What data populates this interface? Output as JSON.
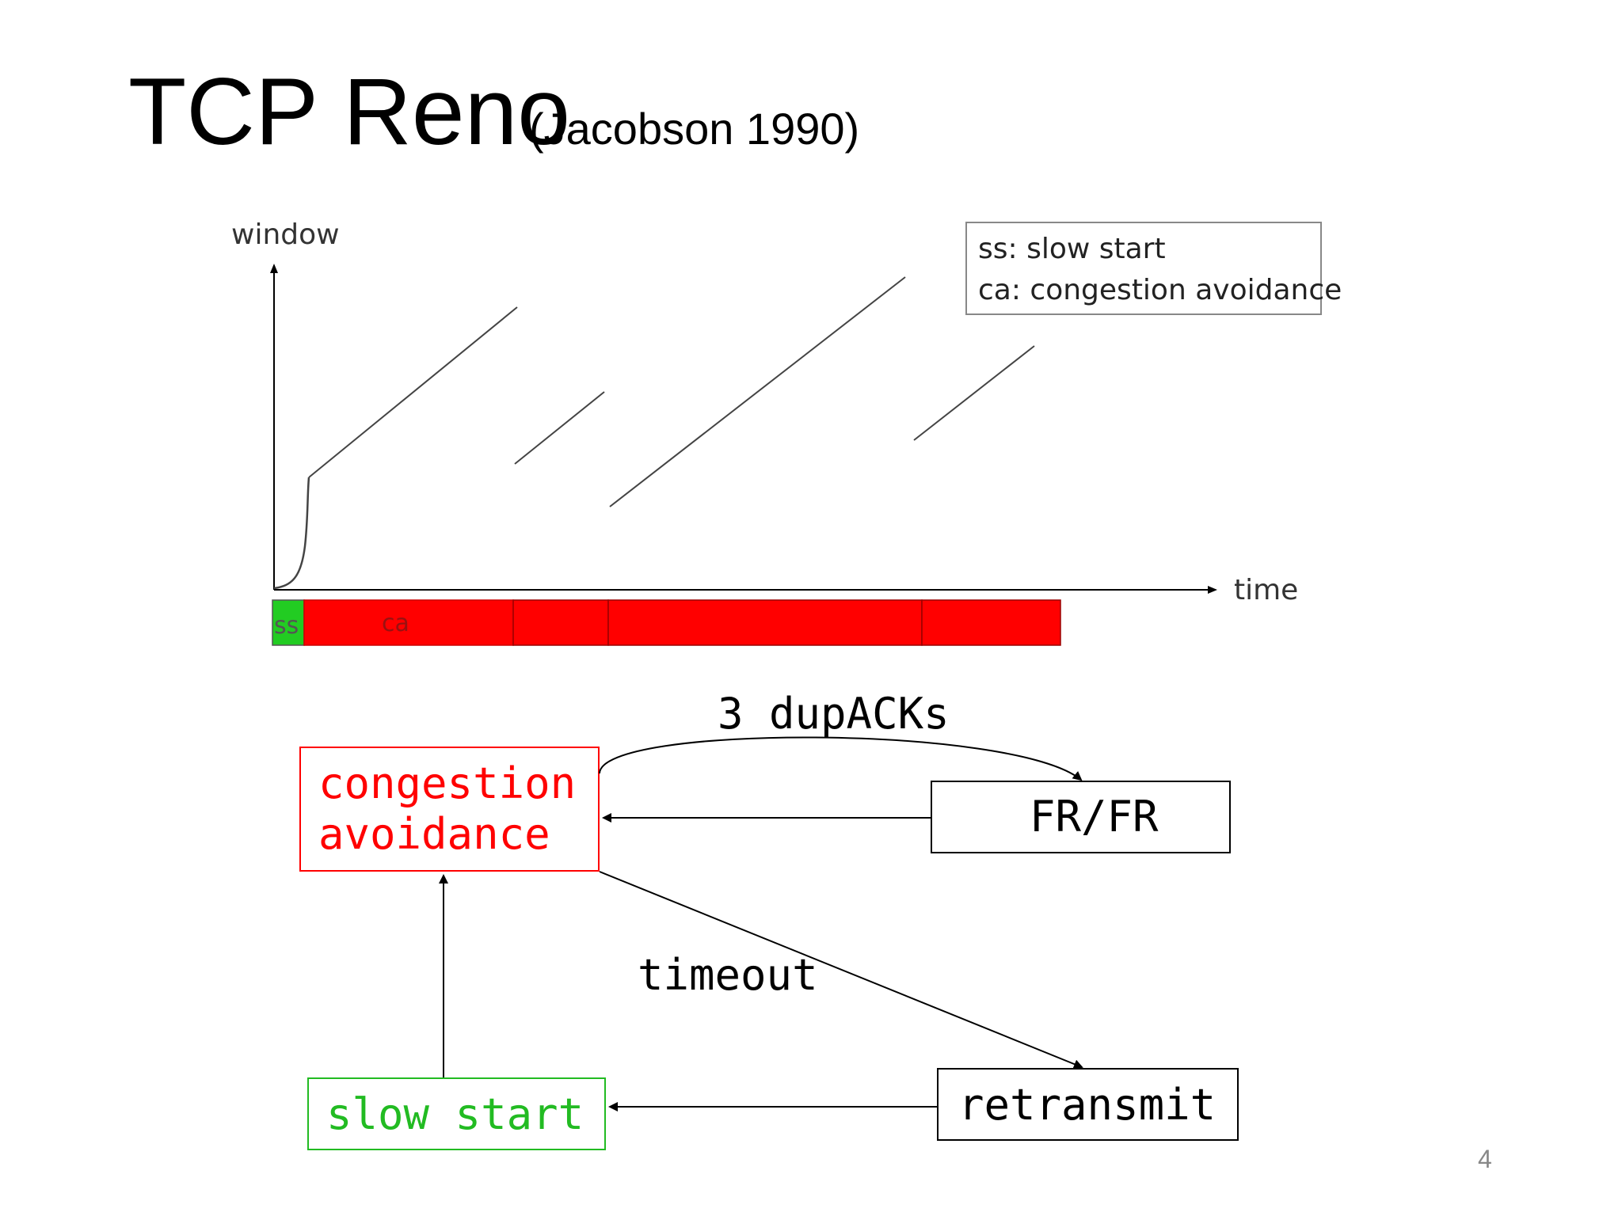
{
  "slide": {
    "title": "TCP Reno",
    "subtitle": "(Jacobson 1990)",
    "page_number": "4"
  },
  "plot": {
    "ylabel": "window",
    "xlabel": "time",
    "legend": [
      "ss: slow start",
      "ca: congestion avoidance"
    ],
    "phase_bar": {
      "segments": [
        {
          "label": "ss",
          "color": "#22cc22"
        },
        {
          "label": "ca",
          "color": "#ff0000"
        },
        {
          "label": "",
          "color": "#ff0000"
        },
        {
          "label": "",
          "color": "#ff0000"
        },
        {
          "label": "",
          "color": "#ff0000"
        }
      ]
    }
  },
  "diagram": {
    "states": {
      "congestion_avoidance": {
        "line1": "congestion",
        "line2": "avoidance",
        "color": "#ff0000"
      },
      "fr_fr": {
        "label": "FR/FR",
        "color": "#000000"
      },
      "slow_start": {
        "label": "slow start",
        "color": "#22bb22"
      },
      "retransmit": {
        "label": "retransmit",
        "color": "#000000"
      }
    },
    "edges": {
      "dupacks": "3 dupACKs",
      "timeout": "timeout"
    }
  }
}
